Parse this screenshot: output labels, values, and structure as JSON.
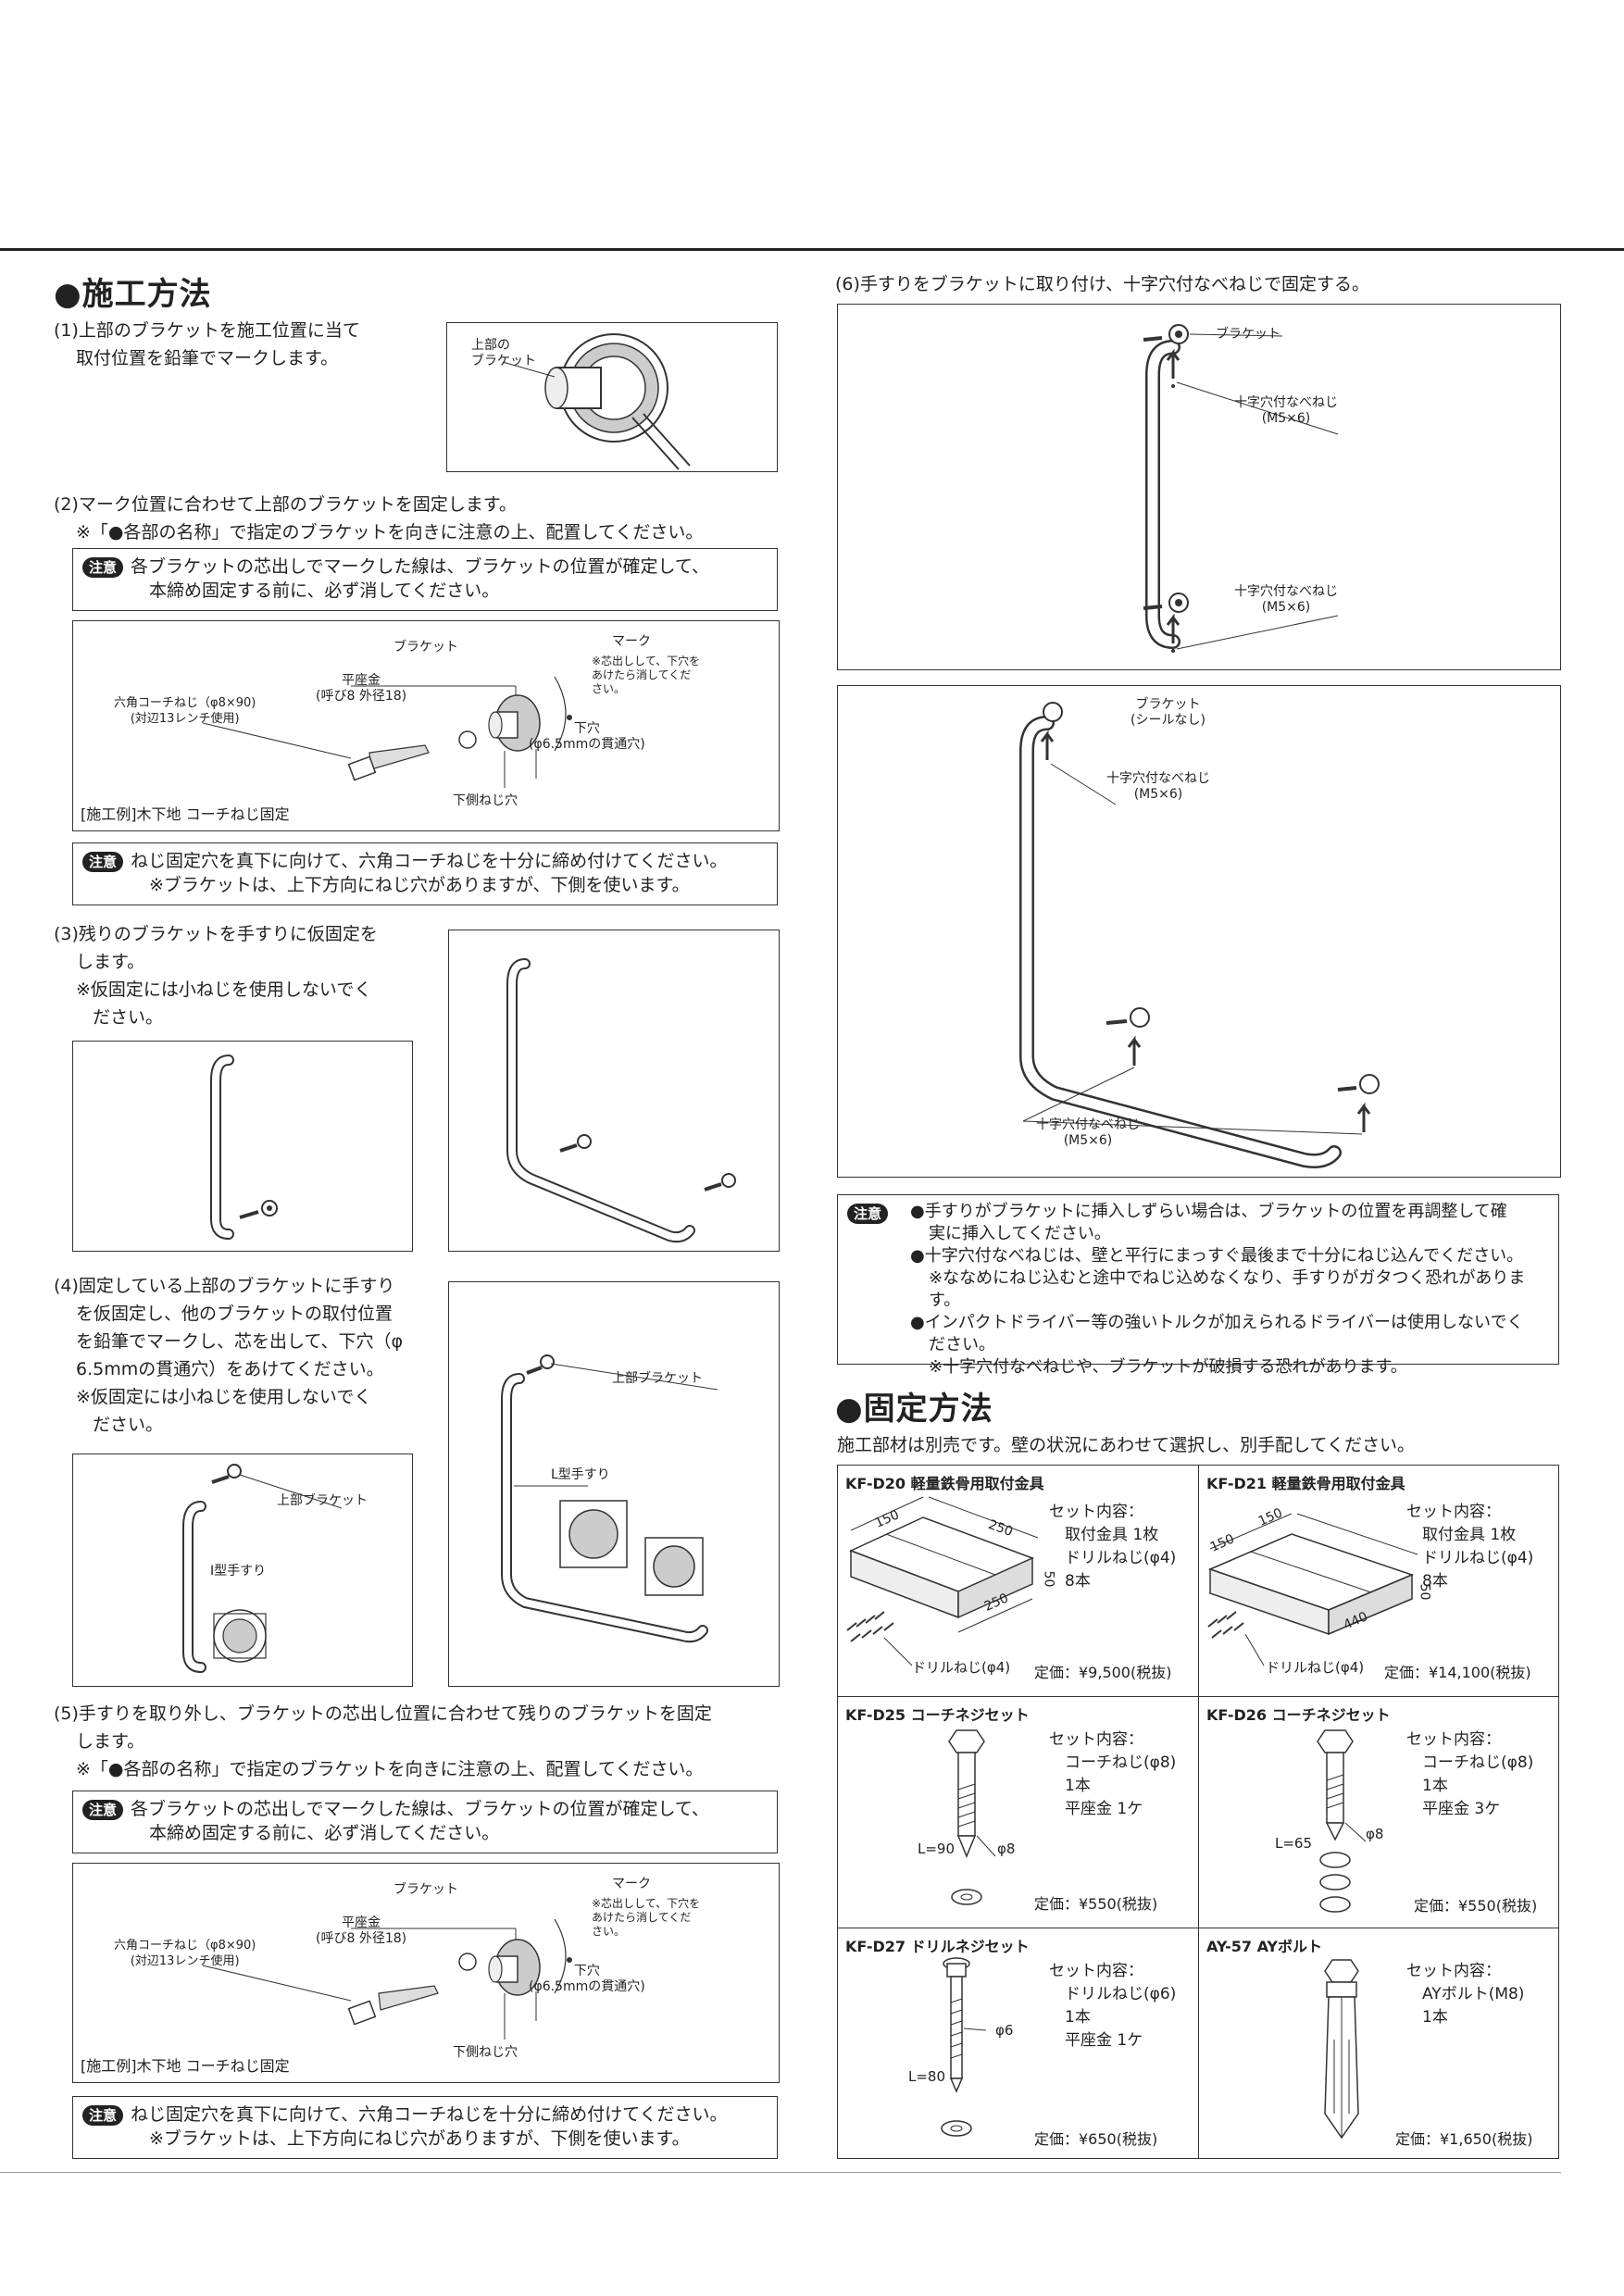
{
  "section_construction": {
    "title": "●施工方法",
    "step1": {
      "line1": "(1)上部のブラケットを施工位置に当て",
      "line2": "取付位置を鉛筆でマークします。",
      "fig_label": "上部の\nブラケット"
    },
    "step2": {
      "line1": "(2)マーク位置に合わせて上部のブラケットを固定します。",
      "line2": "※「●各部の名称」で指定のブラケットを向きに注意の上、配置してください。"
    },
    "caution_badge": "注意",
    "caution_a": {
      "line1": "各ブラケットの芯出しでマークした線は、ブラケットの位置が確定して、",
      "line2": "本締め固定する前に、必ず消してください。"
    },
    "fig_coach": {
      "bracket": "ブラケット",
      "mark": "マーク",
      "mark_note": "※芯出しして、下穴を\nあけたら消してくだ\nさい。",
      "washer": "平座金\n(呼び8 外径18)",
      "coach_screw": "六角コーチねじ（φ8×90)\n(対辺13レンチ使用)",
      "pilot": "下穴\n(φ6.5mmの貫通穴)",
      "lower_hole": "下側ねじ穴",
      "example": "[施工例]木下地 コーチねじ固定"
    },
    "caution_b": {
      "line1": "ねじ固定穴を真下に向けて、六角コーチねじを十分に締め付けてください。",
      "line2": "※ブラケットは、上下方向にねじ穴がありますが、下側を使います。"
    },
    "step3": {
      "line1": "(3)残りのブラケットを手すりに仮固定を",
      "line2": "します。",
      "line3": "※仮固定には小ねじを使用しないでく",
      "line4": "ださい。"
    },
    "step4": {
      "line1": "(4)固定している上部のブラケットに手すり",
      "line2": "を仮固定し、他のブラケットの取付位置",
      "line3": "を鉛筆でマークし、芯を出して、下穴（φ",
      "line4": "6.5mmの貫通穴）をあけてください。",
      "line5": "※仮固定には小ねじを使用しないでく",
      "line6": "ださい。",
      "upper_bracket": "上部ブラケット",
      "i_rail": "I型手すり",
      "l_rail": "L型手すり"
    },
    "step5": {
      "line1": "(5)手すりを取り外し、ブラケットの芯出し位置に合わせて残りのブラケットを固定",
      "line2": "します。",
      "line3": "※「●各部の名称」で指定のブラケットを向きに注意の上、配置してください。"
    }
  },
  "step6": {
    "title": "(6)手すりをブラケットに取り付け、十字穴付なべねじで固定する。",
    "bracket": "ブラケット",
    "screw": "十字穴付なべねじ\n(M5×6)",
    "bracket_noseal": "ブラケット\n(シールなし)"
  },
  "caution_c": {
    "l1": "●手すりがブラケットに挿入しずらい場合は、ブラケットの位置を再調整して確",
    "l2": "実に挿入してください。",
    "l3": "●十字穴付なべねじは、壁と平行にまっすぐ最後まで十分にねじ込んでください。",
    "l4": "※ななめにねじ込むと途中でねじ込めなくなり、手すりがガタつく恐れがあります。",
    "l5": "●インパクトドライバー等の強いトルクが加えられるドライバーは使用しないでく",
    "l6": "ださい。",
    "l7": "※十字穴付なべねじや、ブラケットが破損する恐れがあります。"
  },
  "section_fixing": {
    "title": "●固定方法",
    "intro": "施工部材は別売です。壁の状況にあわせて選択し、別手配してください。"
  },
  "products": [
    {
      "name": "KF-D20 軽量鉄骨用取付金具",
      "set": "セット内容：\n　取付金具 1枚\n　ドリルねじ(φ4)\n　8本",
      "dims": [
        "150",
        "250",
        "250",
        "50"
      ],
      "drill": "ドリルねじ(φ4)",
      "price": "定価：¥9,500(税抜)"
    },
    {
      "name": "KF-D21 軽量鉄骨用取付金具",
      "set": "セット内容：\n　取付金具 1枚\n　ドリルねじ(φ4)\n　8本",
      "dims": [
        "150",
        "150",
        "440",
        "50"
      ],
      "drill": "ドリルねじ(φ4)",
      "price": "定価：¥14,100(税抜)"
    },
    {
      "name": "KF-D25 コーチネジセット",
      "set": "セット内容：\n　コーチねじ(φ8)\n　1本\n　平座金 1ケ",
      "len": "L=90",
      "dia": "φ8",
      "price": "定価：¥550(税抜)"
    },
    {
      "name": "KF-D26 コーチネジセット",
      "set": "セット内容：\n　コーチねじ(φ8)\n　1本\n　平座金 3ケ",
      "len": "L=65",
      "dia": "φ8",
      "price": "定価：¥550(税抜)"
    },
    {
      "name": "KF-D27 ドリルネジセット",
      "set": "セット内容：\n　ドリルねじ(φ6)\n　1本\n　平座金 1ケ",
      "len": "L=80",
      "dia": "φ6",
      "price": "定価：¥650(税抜)"
    },
    {
      "name": "AY-57 AYボルト",
      "set": "セット内容：\n　AYボルト(M8)\n　1本",
      "price": "定価：¥1,650(税抜)"
    }
  ]
}
